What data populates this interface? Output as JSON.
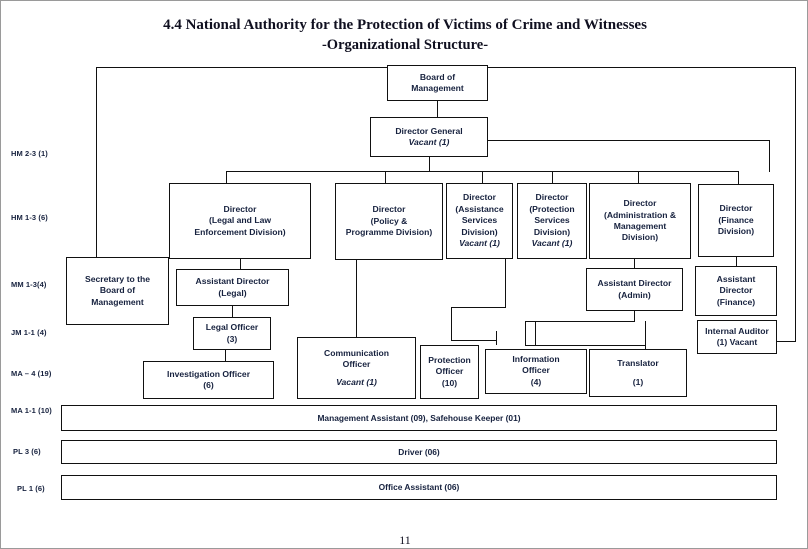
{
  "document": {
    "title_line1": "4.4 National Authority for the Protection of Victims of Crime and Witnesses",
    "title_line2": "-Organizational Structure-",
    "page_number": "11"
  },
  "grade_labels": [
    {
      "code": "HM 2-3 (1)"
    },
    {
      "code": "HM 1-3 (6)"
    },
    {
      "code": "MM 1-3(4)"
    },
    {
      "code": "JM 1-1 (4)"
    },
    {
      "code": "MA – 4 (19)"
    },
    {
      "code": "MA 1-1 (10)"
    },
    {
      "code": "PL  3 (6)"
    },
    {
      "code": "PL 1 (6)"
    }
  ],
  "nodes": {
    "board": {
      "l1": "Board of",
      "l2": "Management"
    },
    "director_general": {
      "l1": "Director General",
      "vacant": "Vacant (1)"
    },
    "secretary_board": {
      "l1": "Secretary to the",
      "l2": "Board of",
      "l3": "Management"
    },
    "dir_legal": {
      "l1": "Director",
      "l2": "(Legal and Law",
      "l3": "Enforcement Division)"
    },
    "dir_policy": {
      "l1": "Director",
      "l2": "(Policy &",
      "l3": "Programme Division)"
    },
    "dir_assistance": {
      "l1": "Director",
      "l2": "(Assistance",
      "l3": "Services",
      "l4": "Division)",
      "vacant": "Vacant (1)"
    },
    "dir_protection": {
      "l1": "Director",
      "l2": "(Protection",
      "l3": "Services",
      "l4": "Division)",
      "vacant": "Vacant (1)"
    },
    "dir_admin": {
      "l1": "Director",
      "l2": "(Administration &",
      "l3": "Management",
      "l4": "Division)"
    },
    "dir_finance": {
      "l1": "Director",
      "l2": "(Finance",
      "l3": "Division)"
    },
    "asst_legal": {
      "l1": "Assistant Director",
      "l2": "(Legal)"
    },
    "asst_admin": {
      "l1": "Assistant Director",
      "l2": "(Admin)"
    },
    "asst_finance": {
      "l1": "Assistant",
      "l2": "Director",
      "l3": "(Finance)"
    },
    "internal_auditor": {
      "l1": "Internal Auditor",
      "l2": "(1) Vacant"
    },
    "legal_officer": {
      "l1": "Legal Officer",
      "l2": "(3)"
    },
    "investigation_officer": {
      "l1": "Investigation Officer",
      "l2": "(6)"
    },
    "communication_officer": {
      "l1": "Communication",
      "l2": "Officer",
      "vacant": "Vacant (1)"
    },
    "protection_officer": {
      "l1": "Protection",
      "l2": "Officer",
      "l3": "(10)"
    },
    "information_officer": {
      "l1": "Information",
      "l2": "Officer",
      "l3": "(4)"
    },
    "translator": {
      "l1": "Translator",
      "l2": "(1)"
    },
    "management_assistant_bar": {
      "l1": "Management Assistant (09), Safehouse Keeper (01)"
    },
    "driver_bar": {
      "l1": "Driver (06)"
    },
    "office_assistant_bar": {
      "l1": "Office Assistant (06)"
    }
  }
}
